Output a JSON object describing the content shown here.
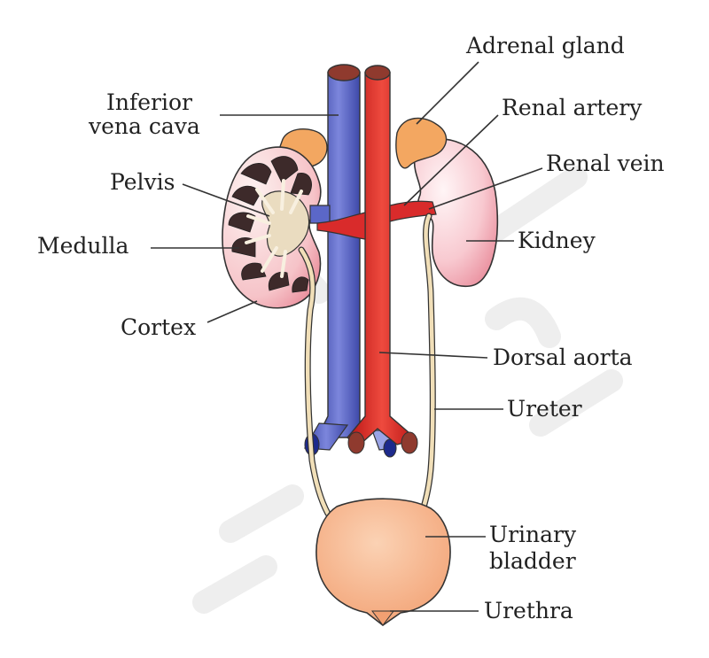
{
  "labels": {
    "inferior_vena_cava_line1": "Inferior",
    "inferior_vena_cava_line2": "vena cava",
    "pelvis": "Pelvis",
    "medulla": "Medulla",
    "cortex": "Cortex",
    "adrenal_gland": "Adrenal gland",
    "renal_artery": "Renal artery",
    "renal_vein": "Renal vein",
    "kidney": "Kidney",
    "dorsal_aorta": "Dorsal aorta",
    "ureter": "Ureter",
    "urinary_bladder_line1": "Urinary",
    "urinary_bladder_line2": "bladder",
    "urethra": "Urethra"
  },
  "colors": {
    "vein": "#5b67c8",
    "artery": "#d92b2b",
    "kidney": "#f5b4bd",
    "adrenal": "#f3a761",
    "bladder": "#f6b486",
    "ureter": "#f1dfb8"
  }
}
